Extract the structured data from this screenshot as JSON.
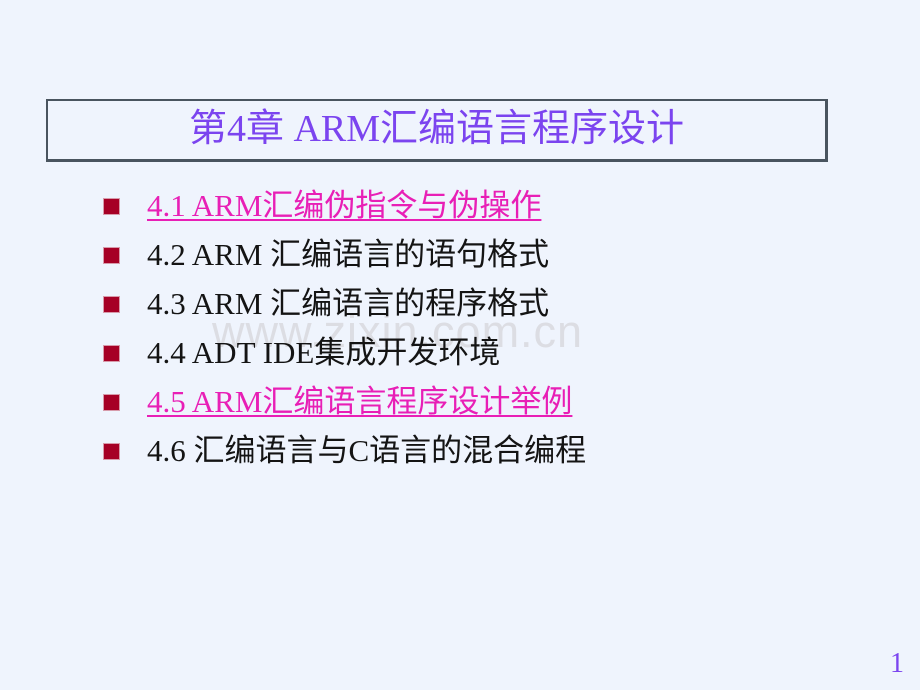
{
  "slide": {
    "background_color": "#eff4fd",
    "title": {
      "text": "第4章 ARM汇编语言程序设计",
      "color": "#7b44ef",
      "border_color": "#49545f"
    },
    "watermark": {
      "text": "www.zixin.com.cn",
      "color": "#dcdde3"
    },
    "bullet_marker": {
      "icon": "square-bullet-icon",
      "color": "#a60026"
    },
    "items": [
      {
        "label": "4.1 ARM汇编伪指令与伪操作",
        "is_link": true,
        "color": "#e81fb6"
      },
      {
        "label": "4.2 ARM 汇编语言的语句格式",
        "is_link": false,
        "color": "#141414"
      },
      {
        "label": "4.3 ARM 汇编语言的程序格式",
        "is_link": false,
        "color": "#141414"
      },
      {
        "label": "4.4 ADT IDE集成开发环境",
        "is_link": false,
        "color": "#141414"
      },
      {
        "label": "4.5 ARM汇编语言程序设计举例",
        "is_link": true,
        "color": "#e81fb6"
      },
      {
        "label": "4.6 汇编语言与C语言的混合编程",
        "is_link": false,
        "color": "#141414"
      }
    ],
    "page_number": "1"
  }
}
